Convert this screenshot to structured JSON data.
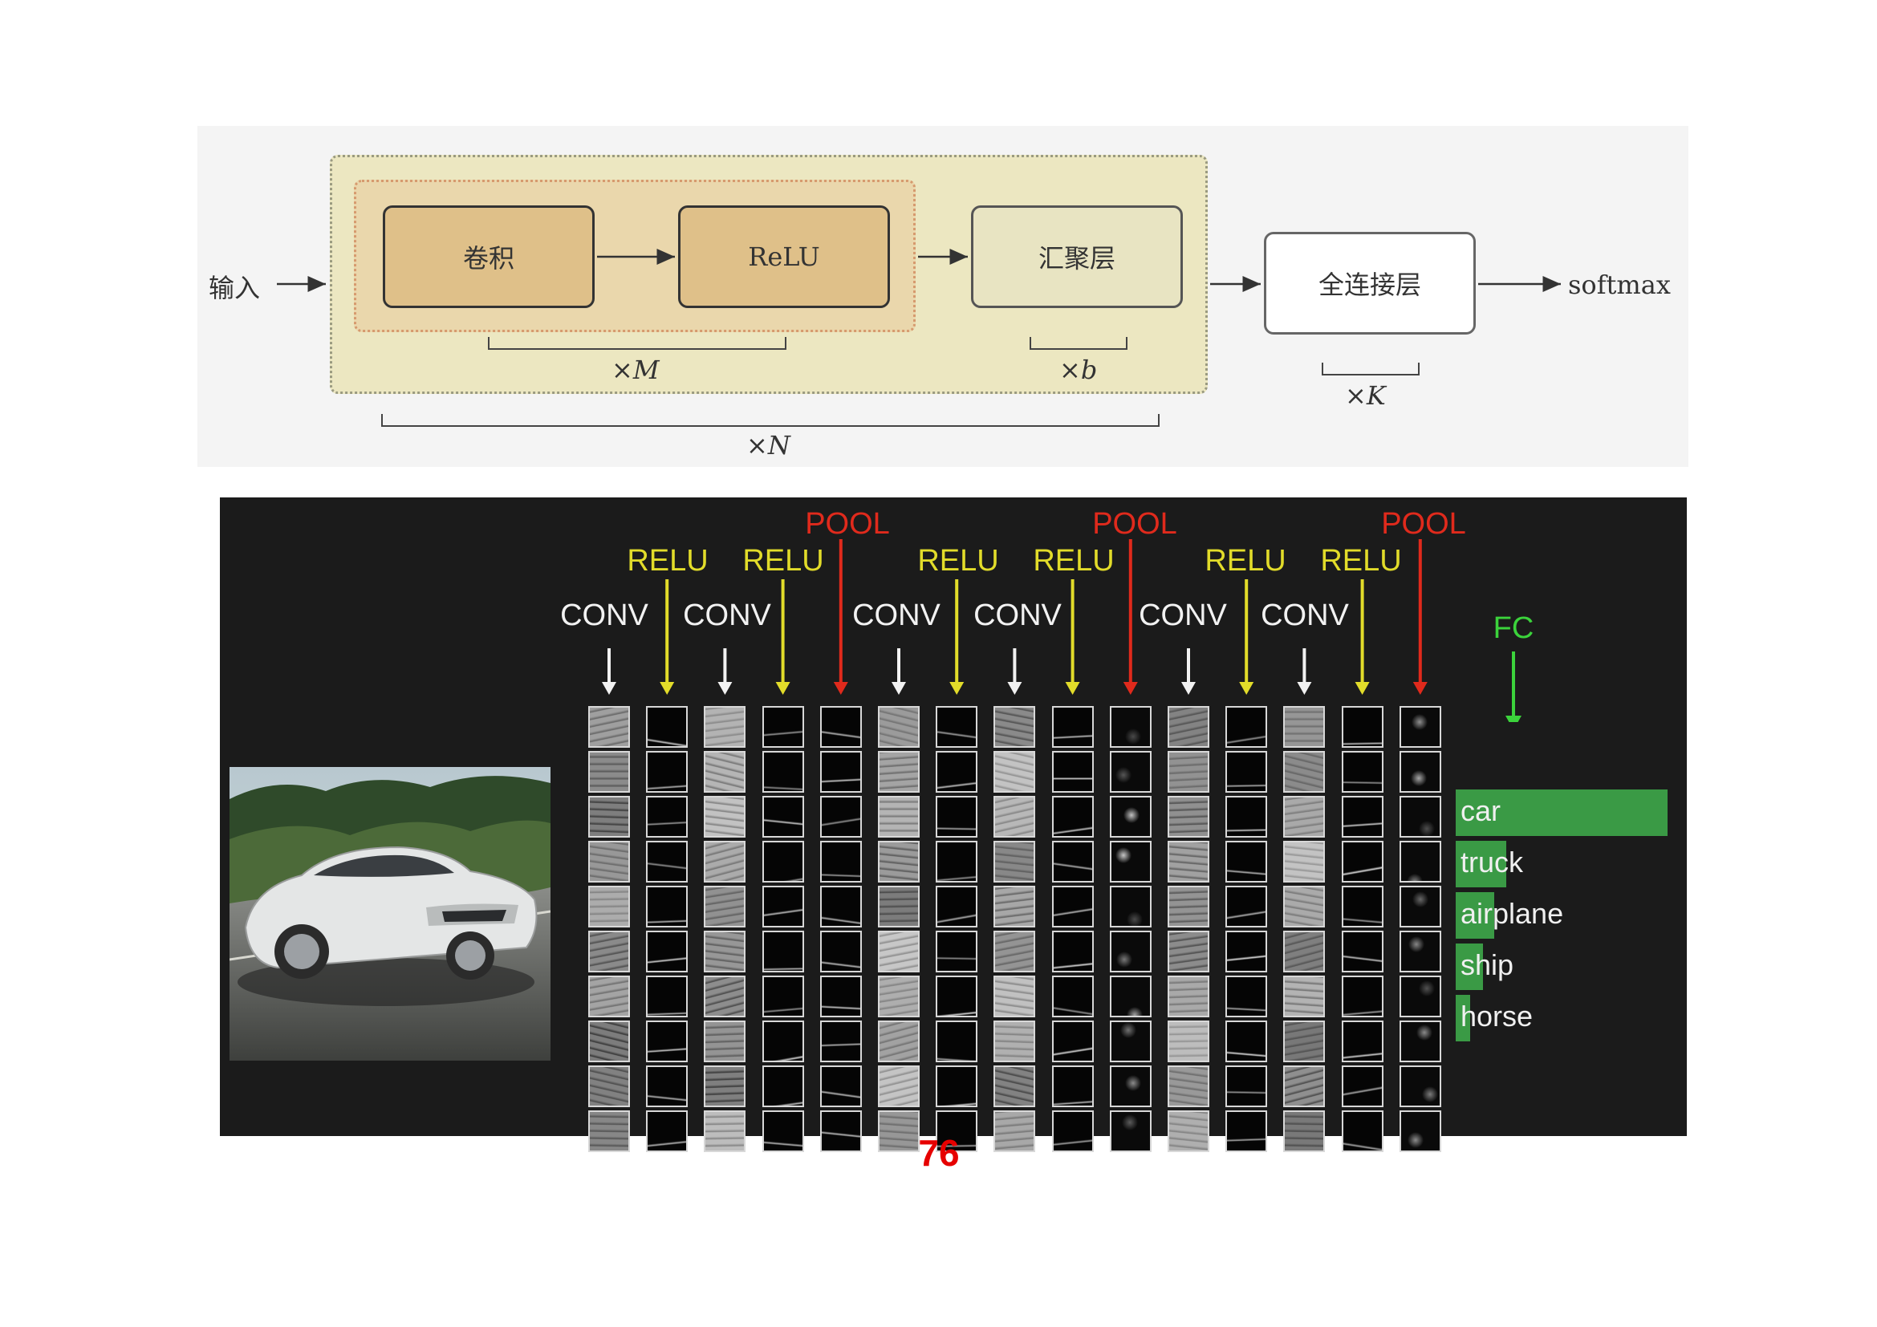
{
  "diagram": {
    "input_label": "输入",
    "conv_label": "卷积",
    "relu_label": "ReLU",
    "pool_label": "汇聚层",
    "fc_label": "全连接层",
    "output_label": "softmax",
    "repeat_m": "×M",
    "repeat_b": "×b",
    "repeat_k": "×K",
    "repeat_n": "×N",
    "colors": {
      "outer_group": "#ece7c1",
      "inner_group": "#ead7ac",
      "conv_relu_block": "#dfc089",
      "pool_block": "#e8e4c2",
      "fc_block": "#ffffff"
    }
  },
  "cnn_visualization": {
    "pool_labels": [
      "POOL",
      "POOL",
      "POOL"
    ],
    "relu_labels": [
      "RELU",
      "RELU",
      "RELU",
      "RELU",
      "RELU",
      "RELU"
    ],
    "conv_labels": [
      "CONV",
      "CONV",
      "CONV",
      "CONV",
      "CONV",
      "CONV"
    ],
    "fc_label": "FC",
    "input_image": "car-photo",
    "layer_sequence": [
      "conv",
      "relu",
      "conv",
      "relu",
      "pool",
      "conv",
      "relu",
      "conv",
      "relu",
      "pool",
      "conv",
      "relu",
      "conv",
      "relu",
      "pool"
    ],
    "colors": {
      "pool": "#e02a1c",
      "relu": "#e2dc2a",
      "conv": "#f2f2f2",
      "fc": "#3bd33b",
      "bars": "#3a9a45"
    },
    "classes": [
      {
        "label": "car",
        "score": 1.0
      },
      {
        "label": "truck",
        "score": 0.24
      },
      {
        "label": "airplane",
        "score": 0.18
      },
      {
        "label": "ship",
        "score": 0.13
      },
      {
        "label": "horse",
        "score": 0.07
      }
    ]
  },
  "page_number": "76"
}
